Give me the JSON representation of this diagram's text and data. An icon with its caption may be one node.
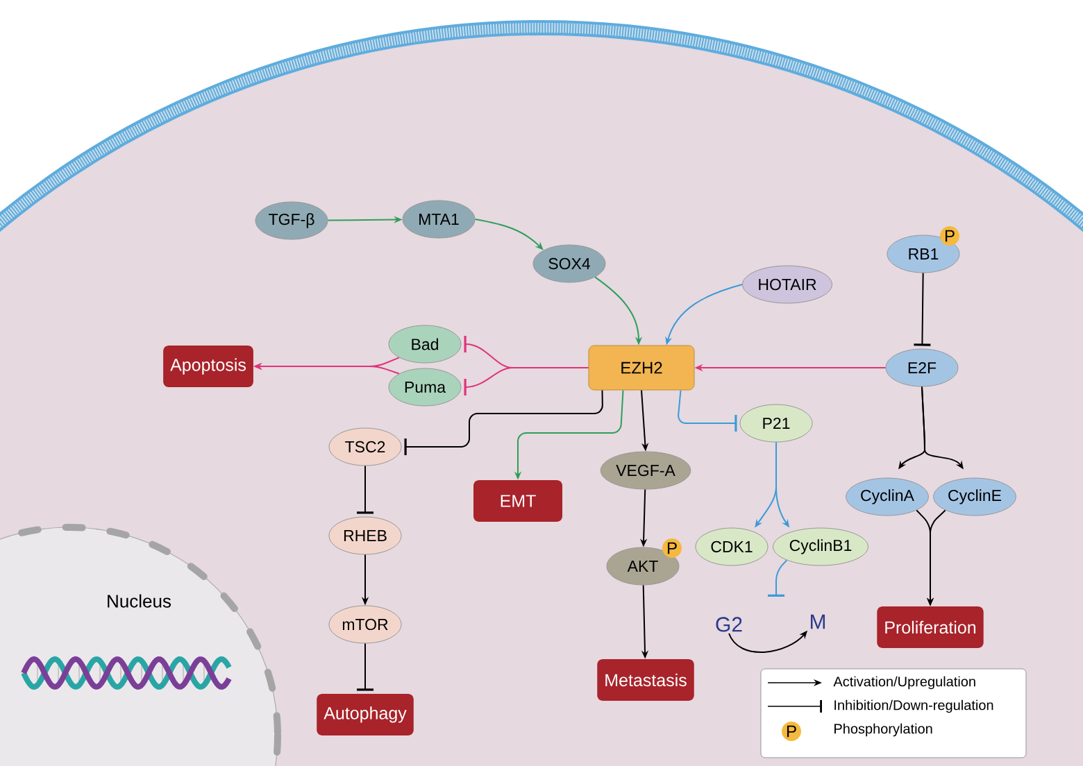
{
  "diagram": {
    "nodes": [
      {
        "text": [
          "TGF-β"
        ]
      },
      {
        "text": [
          "MTA1"
        ]
      },
      {
        "text": [
          "SOX4"
        ]
      },
      {
        "text": [
          "HOTAIR"
        ]
      },
      {
        "text": [
          "RB1"
        ],
        "beside": [
          "P"
        ]
      },
      {
        "text": [
          "Bad"
        ]
      },
      {
        "text": [
          "Puma"
        ]
      },
      {
        "text": [
          "Apoptosis"
        ]
      },
      {
        "text": [
          "EZH2"
        ]
      },
      {
        "text": [
          "E2F"
        ]
      },
      {
        "text": [
          "TSC2"
        ]
      },
      {
        "text": [
          "EMT"
        ]
      },
      {
        "text": [
          "VEGF-A"
        ]
      },
      {
        "text": [
          "P21"
        ]
      },
      {
        "text": [
          "CyclinA"
        ]
      },
      {
        "text": [
          "CyclinE"
        ]
      },
      {
        "text": [
          "RHEB"
        ]
      },
      {
        "text": [
          "CDK1"
        ]
      },
      {
        "text": [
          "CyclinB1"
        ]
      },
      {
        "text": [
          "AKT"
        ],
        "beside": [
          "P"
        ]
      },
      {
        "text": [
          "G2"
        ]
      },
      {
        "text": [
          "M"
        ]
      },
      {
        "text": [
          "mTOR"
        ]
      },
      {
        "text": [
          "Proliferation"
        ]
      },
      {
        "text": [
          "Metastasis"
        ]
      },
      {
        "text": [
          "Autophagy"
        ]
      },
      {
        "text": [
          "Nucleus"
        ]
      }
    ],
    "edges": [
      {
        "from": 0,
        "to": 1,
        "arrow": "to",
        "color": "#2e9e5b"
      },
      {
        "from": 1,
        "to": 2,
        "arrow": "to",
        "color": "#2e9e5b"
      },
      {
        "from": 2,
        "to": 8,
        "arrow": "to",
        "color": "#2e9e5b"
      },
      {
        "from": 3,
        "to": 8,
        "arrow": "to",
        "color": "#3b9ad9"
      },
      {
        "from": 4,
        "to": 9,
        "arrow": "other"
      },
      {
        "from": 9,
        "to": 8,
        "arrow": "to",
        "color": "#e0337a"
      },
      {
        "from": 8,
        "to": 5,
        "arrow": "other",
        "color": "#e0337a"
      },
      {
        "from": 8,
        "to": 6,
        "arrow": "other",
        "color": "#e0337a"
      },
      {
        "from": 5,
        "to": 7,
        "arrow": "to",
        "color": "#e0337a"
      },
      {
        "from": 6,
        "to": 7,
        "arrow": "to",
        "color": "#e0337a"
      },
      {
        "from": 8,
        "to": 10,
        "arrow": "other"
      },
      {
        "from": 8,
        "to": 11,
        "arrow": "to",
        "color": "#2e9e5b"
      },
      {
        "from": 8,
        "to": 12,
        "arrow": "to"
      },
      {
        "from": 8,
        "to": 13,
        "arrow": "other",
        "color": "#3b9ad9"
      },
      {
        "from": 12,
        "to": 19,
        "arrow": "to"
      },
      {
        "from": 19,
        "to": 24,
        "arrow": "to"
      },
      {
        "from": 13,
        "to": 17,
        "arrow": "to",
        "color": "#3b9ad9"
      },
      {
        "from": 13,
        "to": 18,
        "arrow": "to",
        "color": "#3b9ad9"
      },
      {
        "from": 9,
        "to": 14,
        "arrow": "to"
      },
      {
        "from": 9,
        "to": 15,
        "arrow": "to"
      },
      {
        "from": 14,
        "to": 23,
        "arrow": "to"
      },
      {
        "from": 15,
        "to": 23,
        "arrow": "to"
      },
      {
        "from": 10,
        "to": 16,
        "arrow": "other"
      },
      {
        "from": 16,
        "to": 22,
        "arrow": "to"
      },
      {
        "from": 22,
        "to": 25,
        "arrow": "other"
      },
      {
        "from": 20,
        "to": 21,
        "arrow": "to"
      },
      {
        "from": 18,
        "to": null,
        "arrow": "other",
        "color": "#3b9ad9"
      }
    ],
    "labels": [
      "P"
    ],
    "legend": [
      {
        "text": "Activation/Upregulation"
      },
      {
        "text": "Inhibition/Down-regulation"
      },
      {
        "text": "Phosphorylation"
      }
    ]
  }
}
